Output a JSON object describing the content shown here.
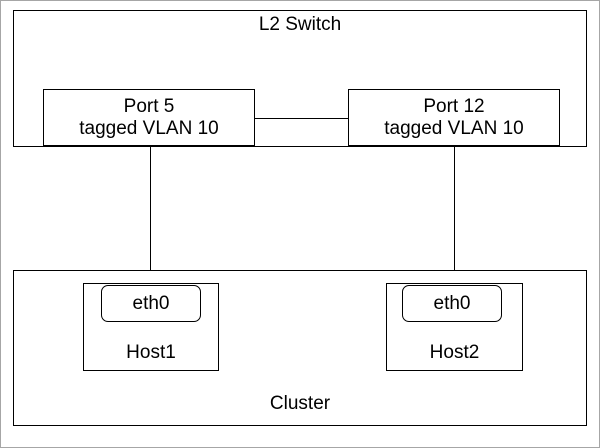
{
  "switch": {
    "label": "L2 Switch",
    "ports": [
      {
        "name": "Port 5",
        "mode": "tagged VLAN 10"
      },
      {
        "name": "Port 12",
        "mode": "tagged VLAN 10"
      }
    ]
  },
  "cluster": {
    "label": "Cluster",
    "hosts": [
      {
        "name": "Host1",
        "interface": "eth0"
      },
      {
        "name": "Host2",
        "interface": "eth0"
      }
    ]
  },
  "colors": {
    "stroke": "#000000",
    "background": "#ffffff",
    "frame": "#a6a6a6"
  }
}
